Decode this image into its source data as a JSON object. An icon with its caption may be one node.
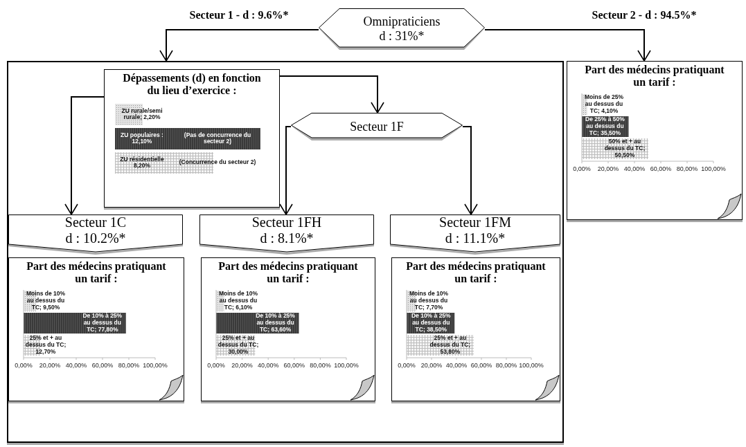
{
  "diagram": {
    "nodes": [
      {
        "text": [
          "Omnipraticiens",
          "d : 31%*"
        ]
      },
      {
        "text": [],
        "shape": "box"
      },
      {
        "text": [
          "Dépassements (d) en fonction du lieu d’exercice :",
          "ZU rurale/semi rurale; 2,20%",
          "ZU populaires : 12,10%",
          "(Pas de concurrence du secteur 2)",
          "ZU résidentielle 8,20%",
          "(Concurrence du secteur 2)"
        ],
        "in": 1
      },
      {
        "text": [
          "Secteur 1F"
        ],
        "in": 1
      },
      {
        "text": [
          "Secteur 1C",
          "d : 10.2%*"
        ],
        "in": 1
      },
      {
        "text": [
          "Part des médecins pratiquant un tarif :"
        ],
        "in": 1
      },
      {
        "text": [
          "Secteur 1FH",
          "d : 8.1%*"
        ],
        "in": 1
      },
      {
        "text": [
          "Part des médecins pratiquant un tarif :"
        ],
        "in": 1
      },
      {
        "text": [
          "Secteur 1FM",
          "d : 11.1%*"
        ],
        "in": 1
      },
      {
        "text": [
          "Part des médecins pratiquant un tarif :"
        ],
        "in": 1
      },
      {
        "text": [
          "Part des médecins pratiquant un tarif :"
        ]
      }
    ],
    "edges": [
      {
        "from": 0,
        "to": 1,
        "arrow": "to",
        "label": "Secteur 1 - d : 9.6%*"
      },
      {
        "from": 0,
        "to": 10,
        "arrow": "to",
        "label": "Secteur 2 - d : 94.5%*"
      },
      {
        "from": 2,
        "to": 3,
        "arrow": "to"
      },
      {
        "from": 2,
        "to": 4,
        "arrow": "to"
      },
      {
        "from": 3,
        "to": 6,
        "arrow": "to"
      },
      {
        "from": 3,
        "to": 8,
        "arrow": "to"
      }
    ],
    "chart_data": [
      {
        "type": "bar",
        "orientation": "horizontal",
        "values": [
          9.5,
          77.8,
          12.7
        ],
        "value_labels": [
          "Moins de 10% au dessus du TC; 9,50%",
          "De 10% à 25% au dessus du TC; 77,80%",
          "25% et + au dessus du TC; 12,70%"
        ],
        "xlim": [
          0,
          100
        ],
        "xticks": [
          {
            "value": 0,
            "label": "0,00%"
          },
          {
            "value": 20,
            "label": "20,00%"
          },
          {
            "value": 40,
            "label": "40,00%"
          },
          {
            "value": 60,
            "label": "60,00%"
          },
          {
            "value": 80,
            "label": "80,00%"
          },
          {
            "value": 100,
            "label": "100,00%"
          }
        ]
      },
      {
        "type": "bar",
        "orientation": "horizontal",
        "values": [
          6.1,
          63.6,
          30.0
        ],
        "value_labels": [
          "Moins de 10% au dessus du TC; 6,10%",
          "De 10% à 25% au dessus du TC; 63,60%",
          "25% et + au dessus du TC; 30,00%"
        ],
        "xlim": [
          0,
          100
        ],
        "xticks": [
          {
            "value": 0,
            "label": "0,00%"
          },
          {
            "value": 20,
            "label": "20,00%"
          },
          {
            "value": 40,
            "label": "40,00%"
          },
          {
            "value": 60,
            "label": "60,00%"
          },
          {
            "value": 80,
            "label": "80,00%"
          },
          {
            "value": 100,
            "label": "100,00%"
          }
        ]
      },
      {
        "type": "bar",
        "orientation": "horizontal",
        "values": [
          7.7,
          38.5,
          53.8
        ],
        "value_labels": [
          "Moins de 10% au dessus du TC; 7,70%",
          "De 10% à 25% au dessus du TC; 38,50%",
          "25% et + au dessus du TC; 53,80%"
        ],
        "xlim": [
          0,
          100
        ],
        "xticks": [
          {
            "value": 0,
            "label": "0,00%"
          },
          {
            "value": 20,
            "label": "20,00%"
          },
          {
            "value": 40,
            "label": "40,00%"
          },
          {
            "value": 60,
            "label": "60,00%"
          },
          {
            "value": 80,
            "label": "80,00%"
          },
          {
            "value": 100,
            "label": "100,00%"
          }
        ]
      },
      {
        "type": "bar",
        "orientation": "horizontal",
        "values": [
          4.1,
          35.5,
          50.5
        ],
        "value_labels": [
          "Moins de 25% au dessus du TC; 4,10%",
          "De 25% à 50% au dessus du TC; 35,50%",
          "50% et + au dessus du TC; 50,50%"
        ],
        "xlim": [
          0,
          100
        ],
        "xticks": [
          {
            "value": 0,
            "label": "0,00%"
          },
          {
            "value": 20,
            "label": "20,00%"
          },
          {
            "value": 40,
            "label": "40,00%"
          },
          {
            "value": 60,
            "label": "60,00%"
          },
          {
            "value": 80,
            "label": "80,00%"
          },
          {
            "value": 100,
            "label": "100,00%"
          }
        ]
      }
    ]
  }
}
